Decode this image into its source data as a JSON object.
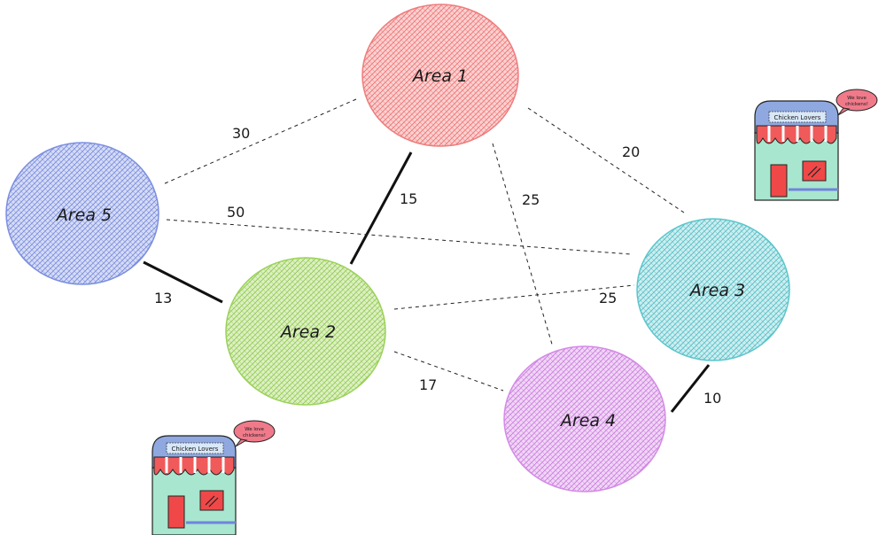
{
  "diagram": {
    "nodes": [
      {
        "id": "area1",
        "label": "Area 1",
        "color": "#f08080"
      },
      {
        "id": "area2",
        "label": "Area 2",
        "color": "#9bd25a"
      },
      {
        "id": "area3",
        "label": "Area 3",
        "color": "#5cc6cc"
      },
      {
        "id": "area4",
        "label": "Area 4",
        "color": "#d48ae6"
      },
      {
        "id": "area5",
        "label": "Area 5",
        "color": "#7b8fe0"
      }
    ],
    "edges": [
      {
        "from": "area1",
        "to": "area5",
        "weight": "30",
        "style": "dashed"
      },
      {
        "from": "area1",
        "to": "area2",
        "weight": "15",
        "style": "solid"
      },
      {
        "from": "area1",
        "to": "area4",
        "weight": "25",
        "style": "dashed"
      },
      {
        "from": "area1",
        "to": "area3",
        "weight": "20",
        "style": "dashed"
      },
      {
        "from": "area5",
        "to": "area3",
        "weight": "50",
        "style": "dashed"
      },
      {
        "from": "area5",
        "to": "area2",
        "weight": "13",
        "style": "solid"
      },
      {
        "from": "area2",
        "to": "area3",
        "weight": "25",
        "style": "dashed"
      },
      {
        "from": "area2",
        "to": "area4",
        "weight": "17",
        "style": "dashed"
      },
      {
        "from": "area3",
        "to": "area4",
        "weight": "10",
        "style": "solid"
      }
    ]
  },
  "shops": [
    {
      "sign": "Chicken Lovers",
      "bubble_line1": "We love",
      "bubble_line2": "chickens!"
    },
    {
      "sign": "Chicken Lovers",
      "bubble_line1": "We love",
      "bubble_line2": "chickens!"
    }
  ],
  "colors": {
    "awning_red": "#f05a5a",
    "shop_wall": "#a8e6cf",
    "shop_roof": "#8fa8e0",
    "door_red": "#f04848",
    "bubble_pink": "#f07a8a"
  }
}
